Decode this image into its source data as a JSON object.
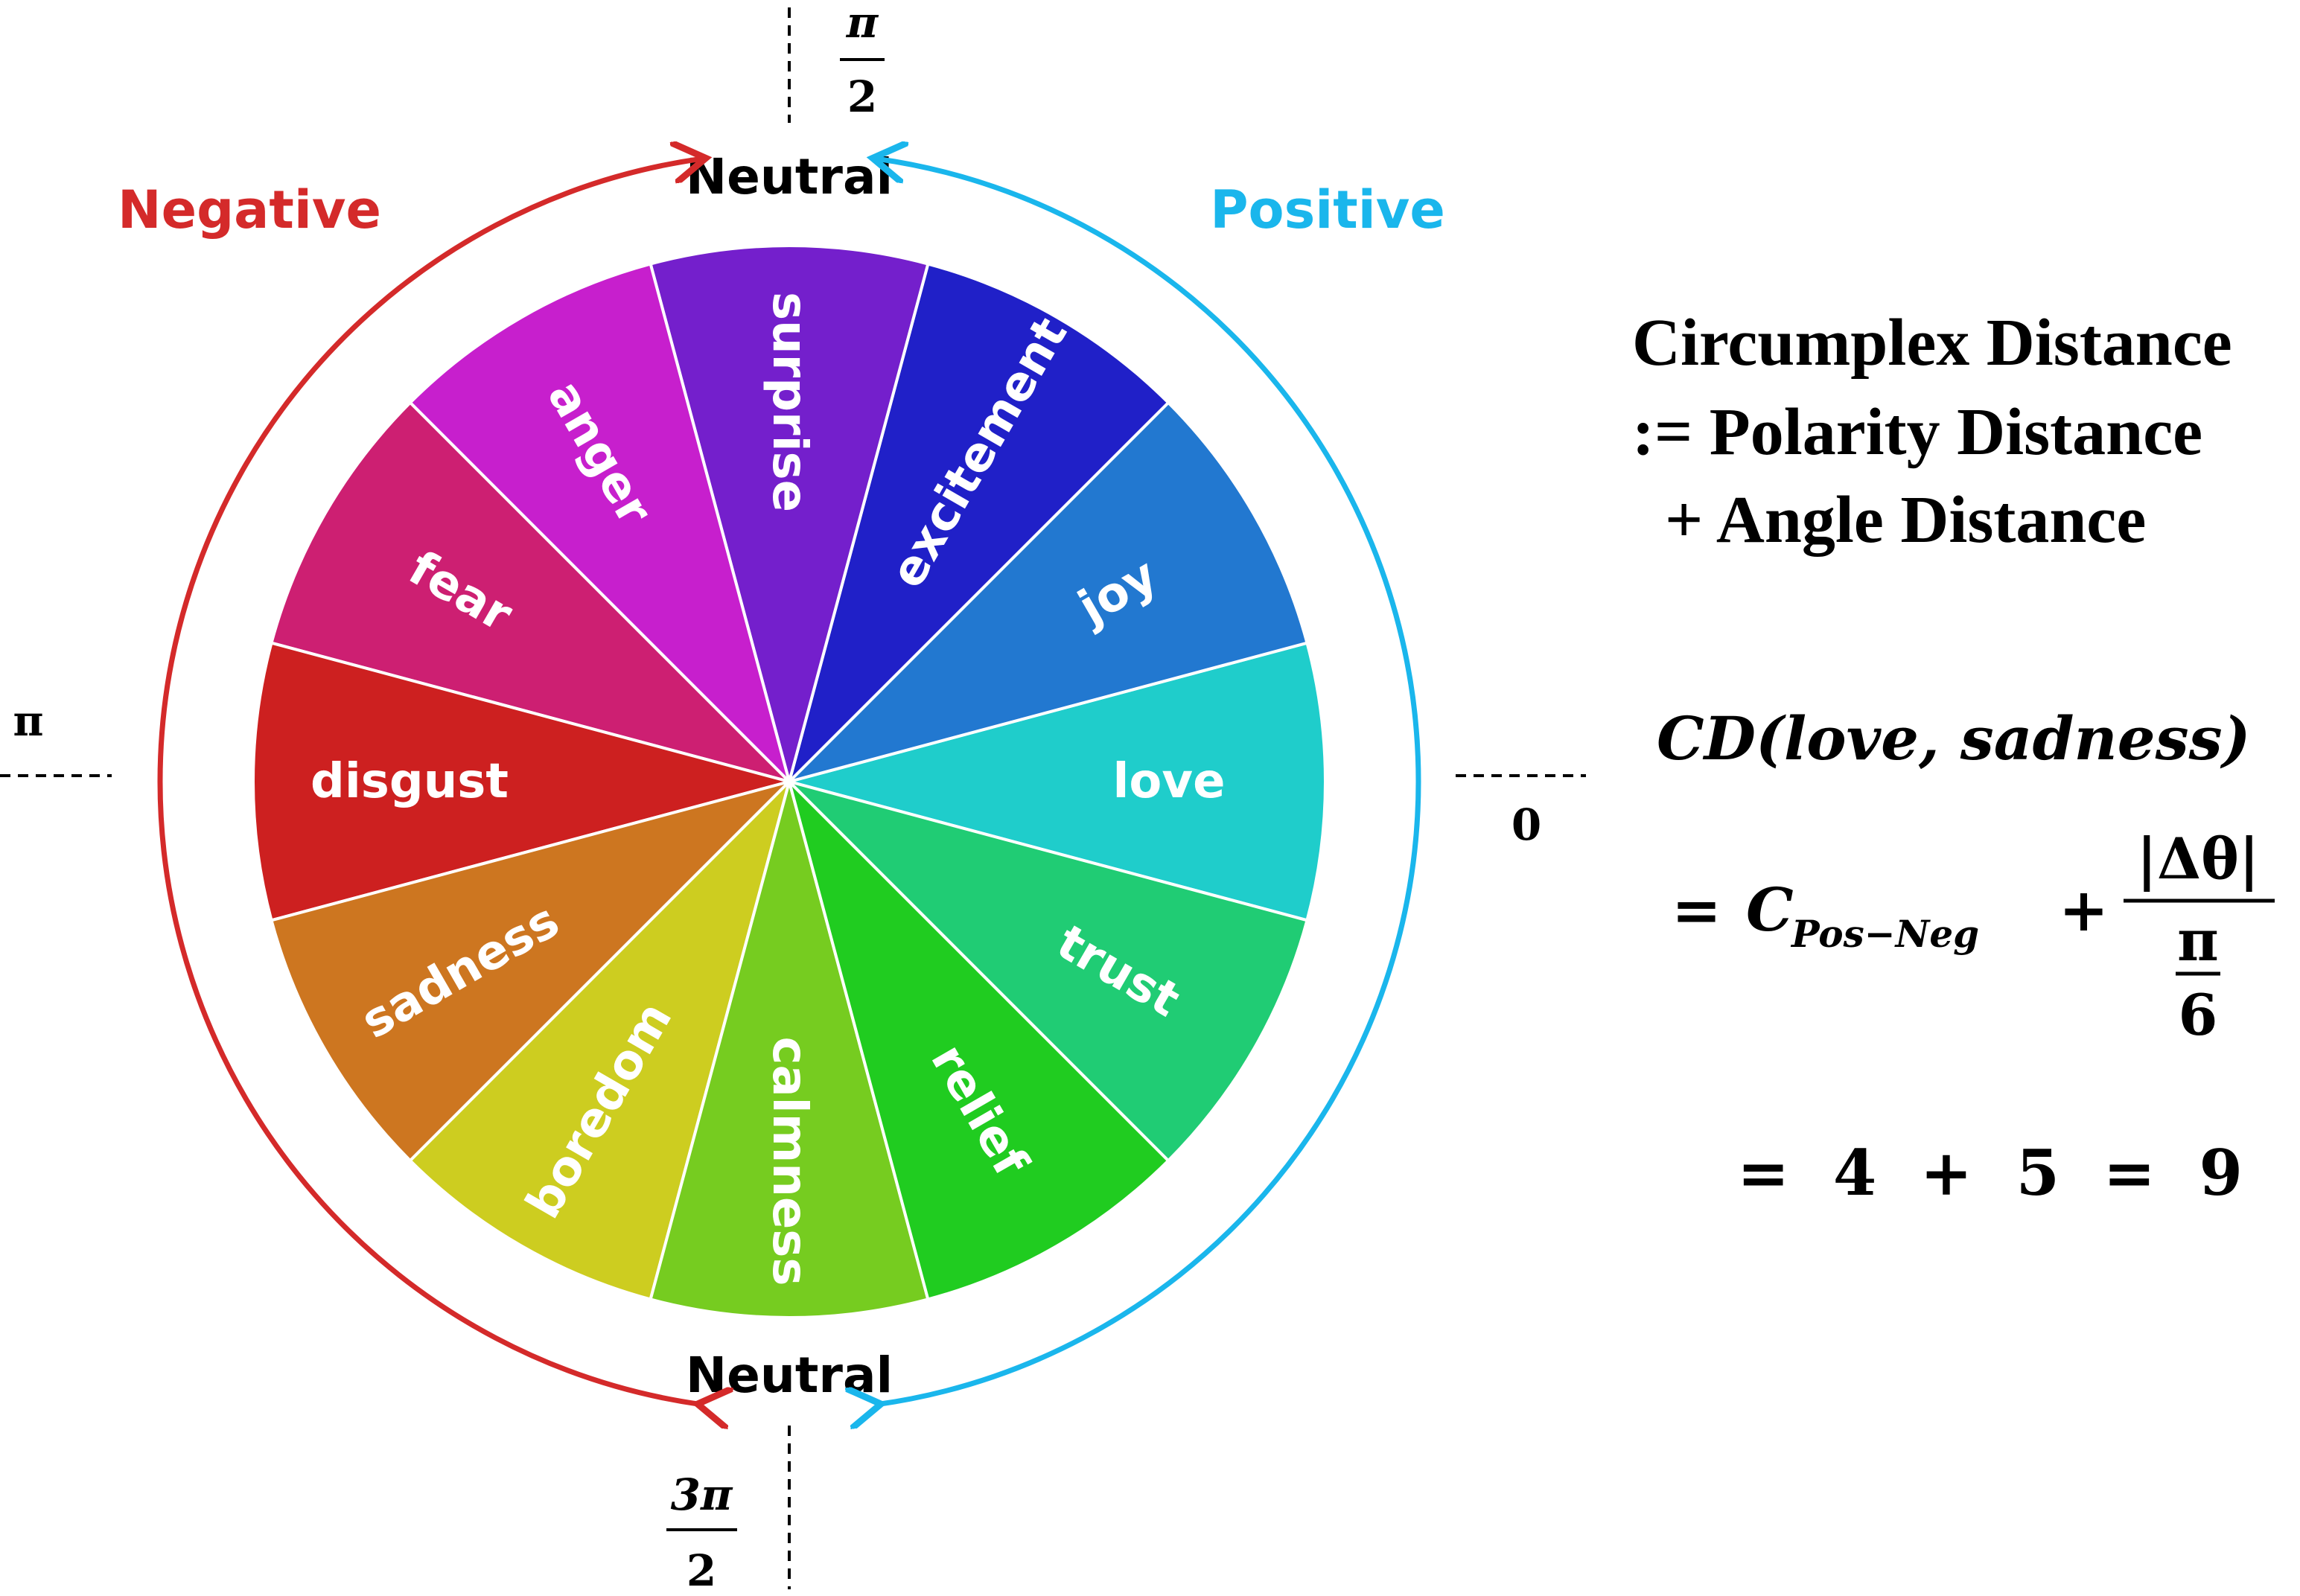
{
  "wheel": {
    "sectors": [
      {
        "label": "love",
        "color": "#1fcdcb"
      },
      {
        "label": "joy",
        "color": "#2278d0"
      },
      {
        "label": "excitement",
        "color": "#2020c8"
      },
      {
        "label": "surprise",
        "color": "#741fcc"
      },
      {
        "label": "anger",
        "color": "#c71fcd"
      },
      {
        "label": "fear",
        "color": "#cd1f72"
      },
      {
        "label": "disgust",
        "color": "#cd2020"
      },
      {
        "label": "sadness",
        "color": "#cd7620"
      },
      {
        "label": "boredom",
        "color": "#cdcd20"
      },
      {
        "label": "calmness",
        "color": "#76cc20"
      },
      {
        "label": "relief",
        "color": "#20cc20"
      },
      {
        "label": "trust",
        "color": "#20cc74"
      }
    ]
  },
  "labels": {
    "neutral_top": "Neutral",
    "neutral_bottom": "Neutral",
    "negative": "Negative",
    "positive": "Positive",
    "negative_color": "#d42a2a",
    "positive_color": "#1ab6ec"
  },
  "axes": {
    "top_num": "π",
    "top_den": "2",
    "left": "π",
    "right": "0",
    "bottom_num": "3π",
    "bottom_den": "2"
  },
  "definition": {
    "line1": "Circumplex Distance",
    "line2": ":= Polarity Distance",
    "line3": "+ Angle Distance"
  },
  "formula": {
    "lhs": "CD(love, sadness)",
    "eq": "=",
    "c": "C",
    "c_sub": "Pos−Neg",
    "plus": "+",
    "frac_num": "|Δθ|",
    "frac_den_num": "π",
    "frac_den_den": "6",
    "result": "=  4  +  5  =  9"
  }
}
